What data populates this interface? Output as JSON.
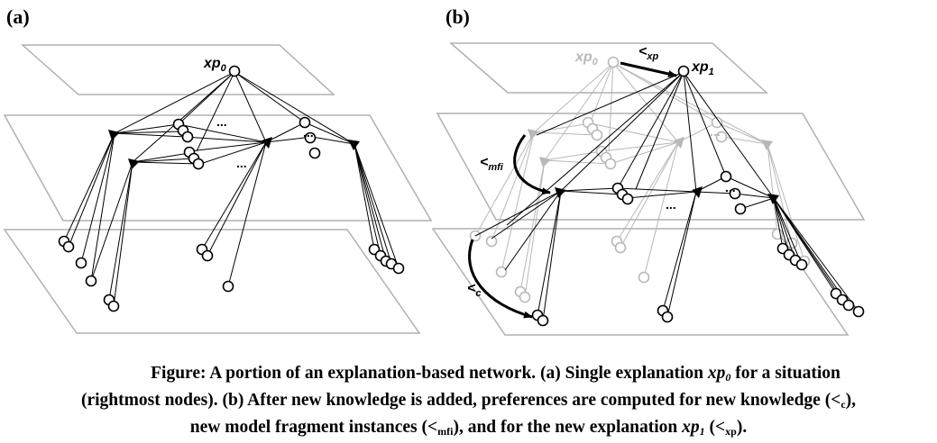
{
  "panels": {
    "a": {
      "label": "(a)"
    },
    "b": {
      "label": "(b)"
    }
  },
  "node_labels": {
    "xp0_a": "xp",
    "xp0_a_sub": "0",
    "xp0_b": "xp",
    "xp0_b_sub": "0",
    "xp1_b": "xp",
    "xp1_b_sub": "1",
    "ellipsis": "..."
  },
  "edge_labels": {
    "xp": {
      "symbol": "<",
      "sub": "xp"
    },
    "mfi": {
      "symbol": "<",
      "sub": "mfi"
    },
    "c": {
      "symbol": "<",
      "sub": "c"
    }
  },
  "caption": {
    "line1_a": "Figure: A portion of an explanation-based network. (a) Single explanation ",
    "line1_var": "xp",
    "line1_var_sub": "0",
    "line1_b": " for a situation",
    "line2_a": "(rightmost nodes). (b) After new knowledge is added, preferences are computed for new knowledge (<",
    "line2_sub": "c",
    "line2_b": "),",
    "line3_a": "new model fragment instances (<",
    "line3_sub": "mfi",
    "line3_b": "), and for the new explanation ",
    "line3_var": "xp",
    "line3_var_sub": "1",
    "line3_c": " (<",
    "line3_sub2": "xp",
    "line3_d": ")."
  },
  "colors": {
    "ink": "#000000",
    "plane": "#b0b0b0",
    "faded": "#b8b8b8"
  }
}
